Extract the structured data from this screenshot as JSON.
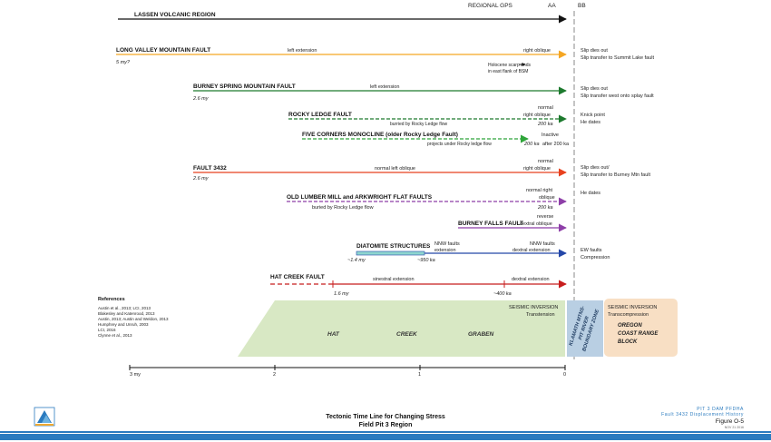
{
  "header": {
    "regional_gps": "REGIONAL GPS",
    "aa": "AA",
    "bb": "BB"
  },
  "faults": [
    {
      "name": "LASSEN VOLCANIC REGION",
      "color": "#111111",
      "style": "solid"
    },
    {
      "name": "LONG VALLEY MOUNTAIN  FAULT",
      "color": "#f5a623",
      "style": "solid",
      "age": "5 my?",
      "labels": [
        "left extension",
        "right oblique"
      ],
      "right_note": [
        "Slip dies out",
        "Slip transfer to Summit Lake fault"
      ],
      "scarp_note": [
        "Holocene scarp ends",
        "in east flank of BSM"
      ]
    },
    {
      "name": "BURNEY SPRING MOUNTAIN FAULT",
      "color": "#1d7a2e",
      "style": "solid",
      "age": "2.6 my",
      "labels": [
        "left extension"
      ],
      "right_note": [
        "Slip dies out",
        "Slip transfer west onto splay fault"
      ]
    },
    {
      "name": "ROCKY LEDGE FAULT",
      "color": "#1d7a2e",
      "style": "dashed",
      "labels": [
        "burried by Rocky Ledge flow",
        "normal",
        "right oblique",
        "200 ka"
      ],
      "right_note": [
        "Knick point",
        "He dates"
      ]
    },
    {
      "name": "FIVE CORNERS MONOCLINE (older Rocky Ledge Fault)",
      "color": "#2fa53a",
      "style": "dashed",
      "labels": [
        "projects under Rocky ledge flow",
        "Inactive",
        "200 ka",
        "after 200 ka"
      ]
    },
    {
      "name": "FAULT 3432",
      "color": "#e8411e",
      "style": "solid",
      "age": "2.6 my",
      "labels": [
        "normal left oblique",
        "normal",
        "right oblique"
      ],
      "right_note": [
        "Slip dies out/",
        "Slip transfer to Burney Mtn fault"
      ]
    },
    {
      "name": "OLD LUMBER MILL and ARKWRIGHT FLAT FAULTS",
      "color": "#8e3fa8",
      "style": "dashed",
      "labels": [
        "buried by Rocky Ledge flow",
        "normal right",
        "oblique",
        "200 ka"
      ],
      "right_note": [
        "He dates"
      ]
    },
    {
      "name": "BURNEY FALLS FAULT",
      "color": "#8e3fa8",
      "style": "solid",
      "labels": [
        "reverse",
        "dextral oblique"
      ]
    },
    {
      "name": "DIATOMITE STRUCTURES",
      "color": "#2447a8",
      "style": "solid",
      "age": "~1.4 my",
      "labels": [
        "NNW faults",
        "extension",
        "~950 ka",
        "NNW faults",
        "dextral extension"
      ],
      "right_note": [
        "EW faults",
        "Compression"
      ]
    },
    {
      "name": "HAT CREEK FAULT",
      "color": "#c81e1e",
      "style": "solid",
      "age": "1.6 my",
      "labels": [
        "sinestral extension",
        "dextral extension",
        "~400 ka"
      ]
    }
  ],
  "references": {
    "title": "References",
    "items": [
      "Austin et al., 2013; LCI, 2013",
      "Blakesley and Katenrood, 2013",
      "Austin, 2013; Austin and Weldon, 2013",
      "Humphrey and Unruh, 2003",
      "LCI, 2016",
      "Clynne et al., 2013"
    ]
  },
  "graben": {
    "words": [
      "HAT",
      "CREEK",
      "GRABEN"
    ],
    "inversion_title": "SEISMIC INVERSION",
    "inversion_sub": "Transtension",
    "fill_color": "#d8e8c4"
  },
  "klamath": {
    "lines": [
      "KLAMATH MTNS-",
      "PIT RIVER",
      "BOUNDARY ZONE"
    ],
    "fill_color": "#b9cfe3"
  },
  "oregon": {
    "inversion_title": "SEISMIC INVERSION",
    "inversion_sub": "Transcompression",
    "lines": [
      "OREGON",
      "COAST RANGE",
      "BLOCK"
    ],
    "fill_color": "#f8dfc4"
  },
  "axis": {
    "ticks": [
      "3 my",
      "2",
      "1",
      "0"
    ]
  },
  "footer": {
    "title_line1": "Tectonic Time Line for Changing Stress",
    "title_line2": "Field  Pit 3 Region",
    "right_line1": "PIT 3 DAM PFDHA",
    "right_line2": "Fault 3432 Displacement History",
    "figure": "Figure O-5",
    "date": "NOV 21 2016",
    "rule_color": "#2b7bbf"
  }
}
